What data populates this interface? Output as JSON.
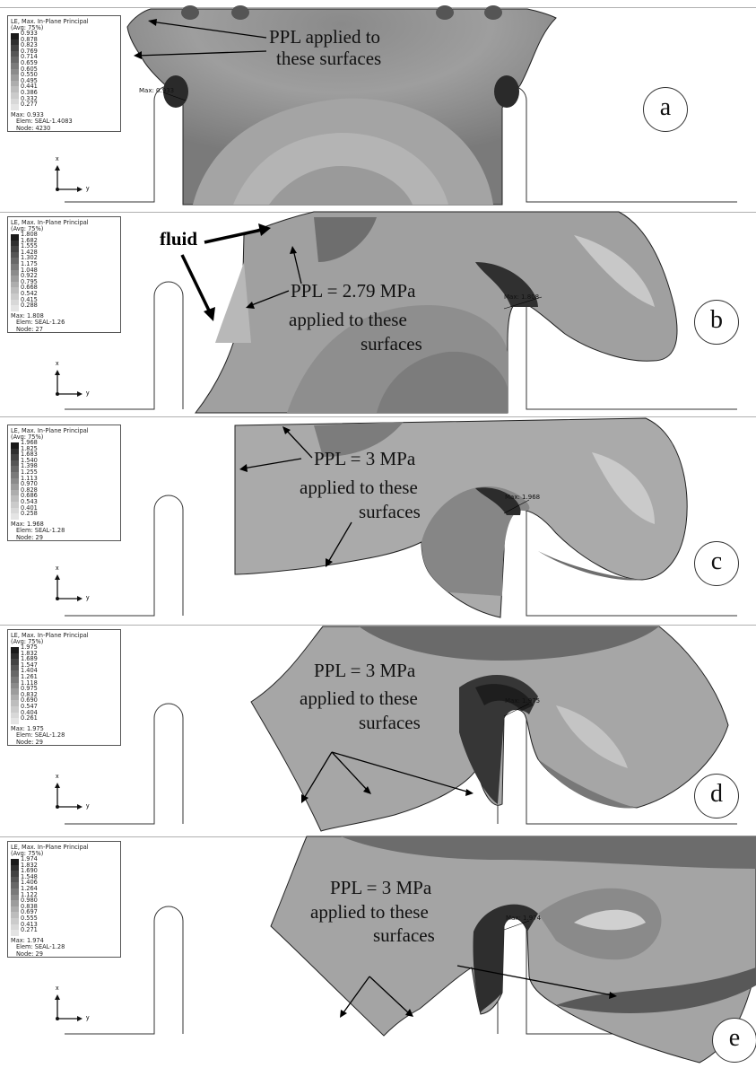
{
  "legend_title": "LE, Max. In-Plane Principal",
  "legend_avg": "(Avg: 75%)",
  "axis_x": "x",
  "axis_y": "y",
  "scale_colors": [
    "#1a1a1a",
    "#2f2f2f",
    "#434343",
    "#565656",
    "#686868",
    "#7a7a7a",
    "#8b8b8b",
    "#9c9c9c",
    "#adadad",
    "#bdbdbd",
    "#cbcbcb",
    "#d8d8d8",
    "#e4e4e4"
  ],
  "panels": [
    {
      "letter": "a",
      "legend_values": [
        "0.933",
        "0.878",
        "0.823",
        "0.769",
        "0.714",
        "0.659",
        "0.605",
        "0.550",
        "0.495",
        "0.441",
        "0.386",
        "0.332",
        "0.277"
      ],
      "max_line": "Max: 0.933",
      "elem_line": "Elem: SEAL-1.4083",
      "node_line": "Node: 4230",
      "max_label": "Max: 0.933",
      "annotation": [
        "PPL applied to",
        "these surfaces"
      ]
    },
    {
      "letter": "b",
      "legend_values": [
        "1.808",
        "1.682",
        "1.555",
        "1.428",
        "1.302",
        "1.175",
        "1.048",
        "0.922",
        "0.795",
        "0.668",
        "0.542",
        "0.415",
        "0.288"
      ],
      "max_line": "Max: 1.808",
      "elem_line": "Elem: SEAL-1.26",
      "node_line": "Node: 27",
      "max_label": "Max: 1.808",
      "fluid": "fluid",
      "annotation": [
        "PPL = 2.79 MPa",
        "applied to these",
        "surfaces"
      ]
    },
    {
      "letter": "c",
      "legend_values": [
        "1.968",
        "1.825",
        "1.683",
        "1.540",
        "1.398",
        "1.255",
        "1.113",
        "0.970",
        "0.828",
        "0.686",
        "0.543",
        "0.401",
        "0.258"
      ],
      "max_line": "Max: 1.968",
      "elem_line": "Elem: SEAL-1.28",
      "node_line": "Node: 29",
      "max_label": "Max: 1.968",
      "annotation": [
        "PPL = 3 MPa",
        "applied to these",
        "surfaces"
      ]
    },
    {
      "letter": "d",
      "legend_values": [
        "1.975",
        "1.832",
        "1.689",
        "1.547",
        "1.404",
        "1.261",
        "1.118",
        "0.975",
        "0.832",
        "0.690",
        "0.547",
        "0.404",
        "0.261"
      ],
      "max_line": "Max: 1.975",
      "elem_line": "Elem: SEAL-1.28",
      "node_line": "Node: 29",
      "max_label": "Max: 1.975",
      "annotation": [
        "PPL = 3 MPa",
        "applied to these",
        "surfaces"
      ]
    },
    {
      "letter": "e",
      "legend_values": [
        "1.974",
        "1.832",
        "1.690",
        "1.548",
        "1.406",
        "1.264",
        "1.122",
        "0.980",
        "0.838",
        "0.697",
        "0.555",
        "0.413",
        "0.271"
      ],
      "max_line": "Max: 1.974",
      "elem_line": "Elem: SEAL-1.28",
      "node_line": "Node: 29",
      "max_label": "Max: 1.974",
      "annotation": [
        "PPL = 3 MPa",
        "applied to these",
        "surfaces"
      ]
    }
  ]
}
